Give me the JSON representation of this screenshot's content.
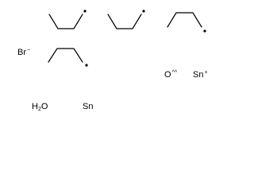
{
  "fragments": {
    "bromide": {
      "symbol": "Br",
      "charge": "−"
    },
    "oxygen": {
      "symbol": "O",
      "charge": "^^"
    },
    "tin_cation": {
      "symbol": "Sn",
      "charge": "+"
    },
    "water": {
      "prefix": "H",
      "subscript": "2",
      "suffix": "O"
    },
    "tin": {
      "symbol": "Sn"
    }
  },
  "butyl_radicals": [
    {
      "name": "butyl-radical-1",
      "radical_dot": "•"
    },
    {
      "name": "butyl-radical-2",
      "radical_dot": "•"
    },
    {
      "name": "butyl-radical-3",
      "radical_dot": "•"
    },
    {
      "name": "butyl-radical-4",
      "radical_dot": "•"
    }
  ]
}
